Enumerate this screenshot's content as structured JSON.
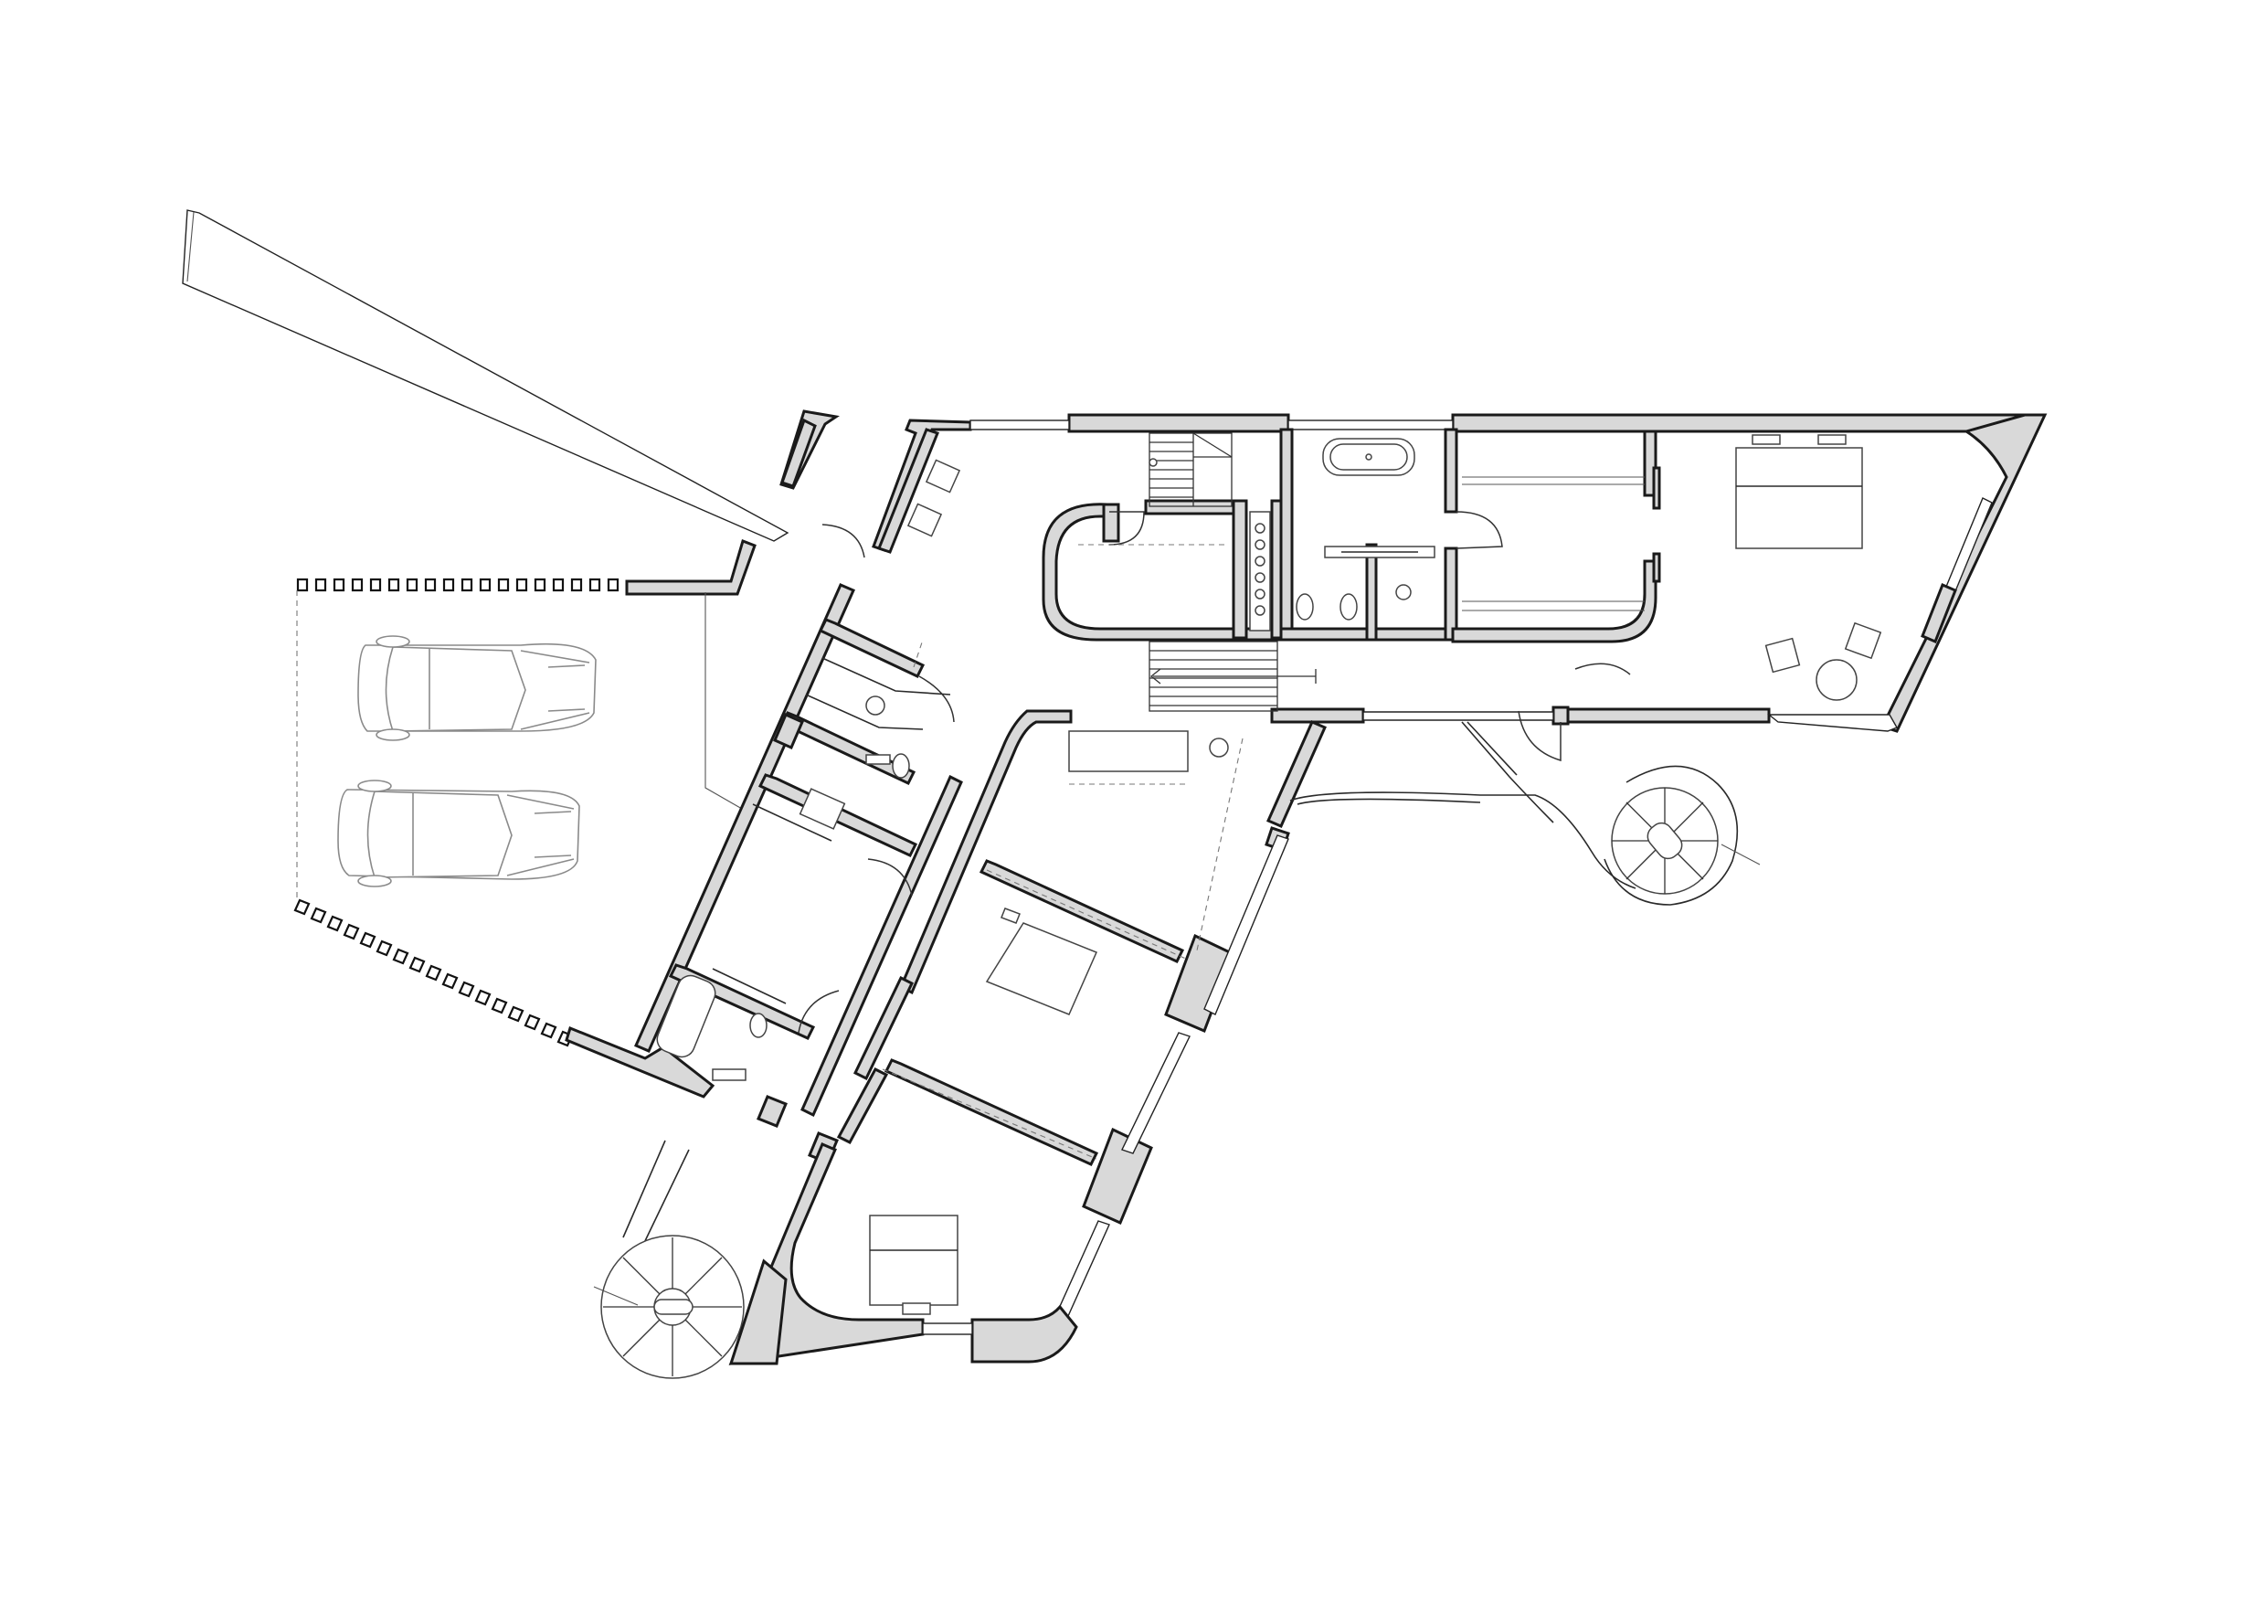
{
  "drawing": {
    "type": "architectural floor plan",
    "colors": {
      "background": "#ffffff",
      "wall_fill": "#d9d9d9",
      "line": "#1a1a1a",
      "car": "#8a8a8a"
    },
    "elements": [
      "garage-carport",
      "parked-car",
      "parked-car",
      "entrance",
      "corridor",
      "bathroom",
      "bedroom",
      "bedroom",
      "bedroom",
      "master-bedroom",
      "main-bathroom",
      "straight-stairs",
      "spiral-stairs",
      "spiral-stairs",
      "balcony"
    ]
  }
}
